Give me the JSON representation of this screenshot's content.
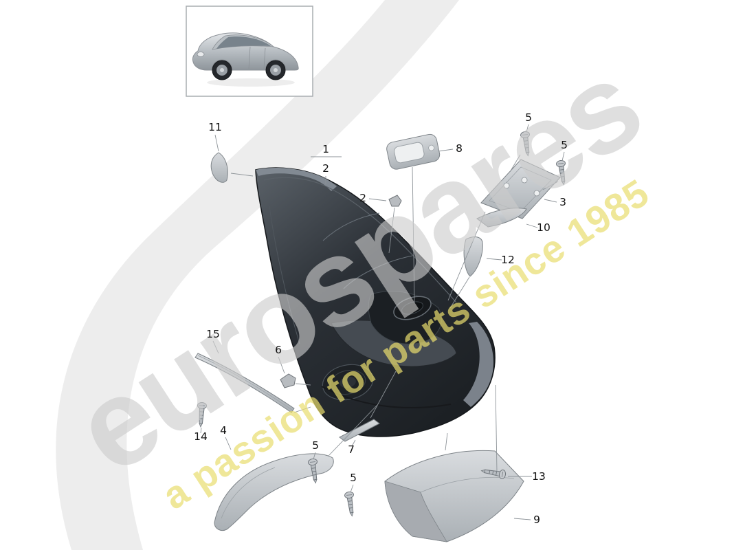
{
  "colors": {
    "background": "#ffffff",
    "swoosh": "#ededed",
    "watermark_gray": "#cccccc",
    "watermark_yellow": "#e9dd6e",
    "panel_dark": "#2e3338",
    "part_light": "#c9ccd0",
    "leader_line": "#8d9398",
    "label_text": "#111111"
  },
  "watermark": {
    "brand": "eurospares",
    "tagline": "a passion for parts since 1985"
  },
  "thumbnail": {
    "car_icon": "porsche-911-coupe-silver"
  },
  "callouts": [
    {
      "label": "11"
    },
    {
      "label": "1"
    },
    {
      "label": "2"
    },
    {
      "label": "2"
    },
    {
      "label": "8"
    },
    {
      "label": "5"
    },
    {
      "label": "5"
    },
    {
      "label": "3"
    },
    {
      "label": "10"
    },
    {
      "label": "12"
    },
    {
      "label": "15"
    },
    {
      "label": "6"
    },
    {
      "label": "14"
    },
    {
      "label": "4"
    },
    {
      "label": "5"
    },
    {
      "label": "7"
    },
    {
      "label": "5"
    },
    {
      "label": "13"
    },
    {
      "label": "9"
    }
  ]
}
